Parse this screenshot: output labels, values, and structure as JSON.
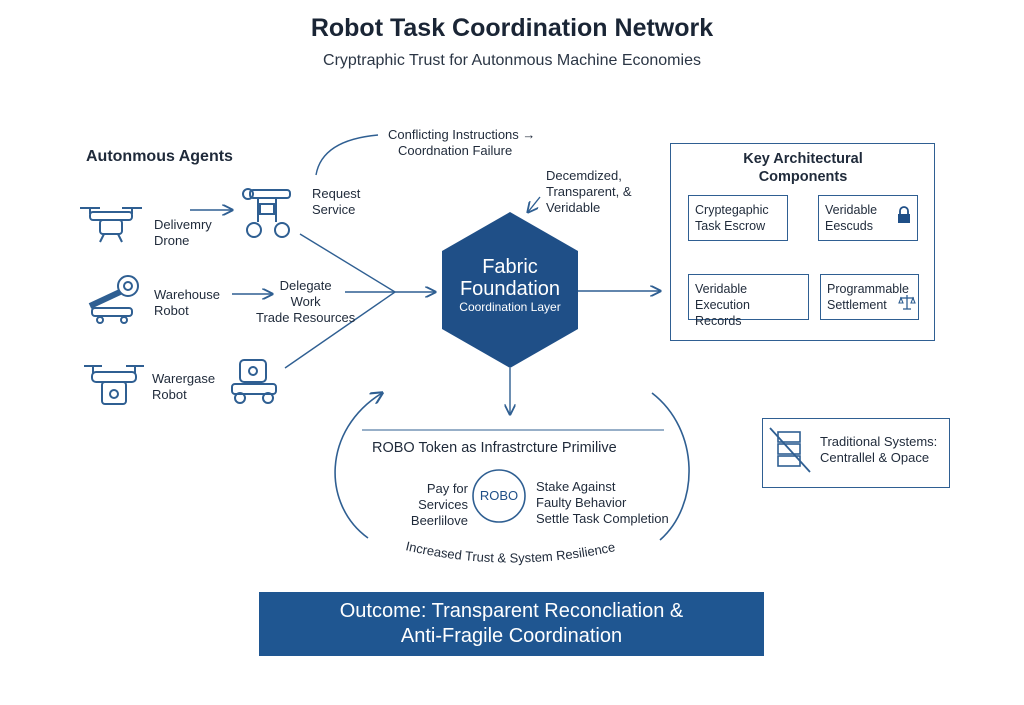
{
  "header": {
    "title": "Robot Task Coordination Network",
    "subtitle": "Cryptraphic Trust for Autonmous Machine Economies"
  },
  "agents": {
    "heading": "Autonmous Agents",
    "items": [
      {
        "label_line1": "Delivemry",
        "label_line2": "Drone",
        "icon": "drone-icon"
      },
      {
        "label_line1": "Warehouse",
        "label_line2": "Robot",
        "icon": "robot-arm-icon"
      },
      {
        "label_line1": "Warergase",
        "label_line2": "Robot",
        "icon": "drone-icon"
      }
    ]
  },
  "actions": {
    "request_line1": "Request",
    "request_line2": "Service",
    "delegate_line1": "Delegate",
    "delegate_line2": "Work",
    "delegate_line3": "Trade Resources"
  },
  "annotations": {
    "conflict_line1": "Conflicting Instructions →",
    "conflict_line2": "Coordnation Failure",
    "decentral_line1": "Decemdized,",
    "decentral_line2": "Transparent, &",
    "decentral_line3": "Veridable"
  },
  "hub": {
    "line1": "Fabric",
    "line2": "Foundation",
    "line3": "Coordination Layer",
    "color": "#1f4f87"
  },
  "components": {
    "heading_line1": "Key Architectural",
    "heading_line2": "Components",
    "escrow_line1": "Cryptegaphic",
    "escrow_line2": "Task Escrow",
    "verifiable_line1": "Veridable",
    "verifiable_line2": "Eescuds",
    "records_line1": "Veridable Execution",
    "records_line2": "Records",
    "settlement_line1": "Programmable",
    "settlement_line2": "Settlement"
  },
  "token": {
    "heading": "ROBO Token as Infrastrcture Primilive",
    "badge": "ROBO",
    "left_line1": "Pay for Services",
    "left_line2": "Beerlilove",
    "right_line1": "Stake Against",
    "right_line2": "Faulty Behavior",
    "right_line3": "Settle Task Completion",
    "arc_caption": "Increased Trust & System Resilience"
  },
  "traditional": {
    "line1": "Traditional Systems:",
    "line2": "Centrallel & Opace"
  },
  "outcome": {
    "line1": "Outcome: Transparent Reconcliation &",
    "line2": "Anti-Fragile Coordination"
  },
  "colors": {
    "accent": "#1f5691",
    "line": "#2f5f92",
    "text": "#1f2a3a"
  }
}
